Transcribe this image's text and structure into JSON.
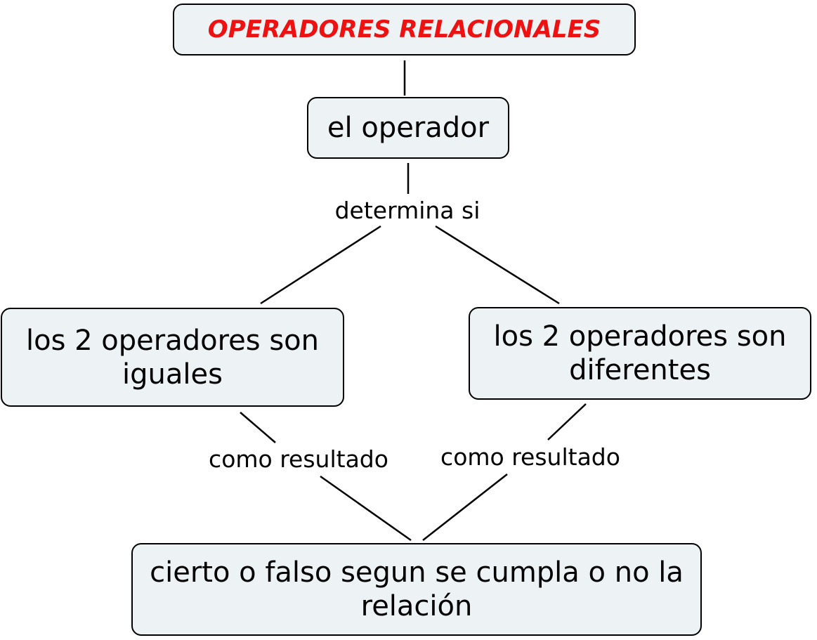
{
  "diagram": {
    "title": "OPERADORES RELACIONALES",
    "nodes": {
      "operator": "el operador",
      "equal": "los 2 operadores son iguales",
      "different": "los 2 operadores son diferentes",
      "result": "cierto o falso segun se cumpla o no la relación"
    },
    "links": {
      "determines": "determina si",
      "result_left": "como resultado",
      "result_right": "como resultado"
    },
    "colors": {
      "title_text": "#ee1111",
      "node_fill": "#edf3f5",
      "node_border": "#000000",
      "connector": "#000000"
    }
  }
}
